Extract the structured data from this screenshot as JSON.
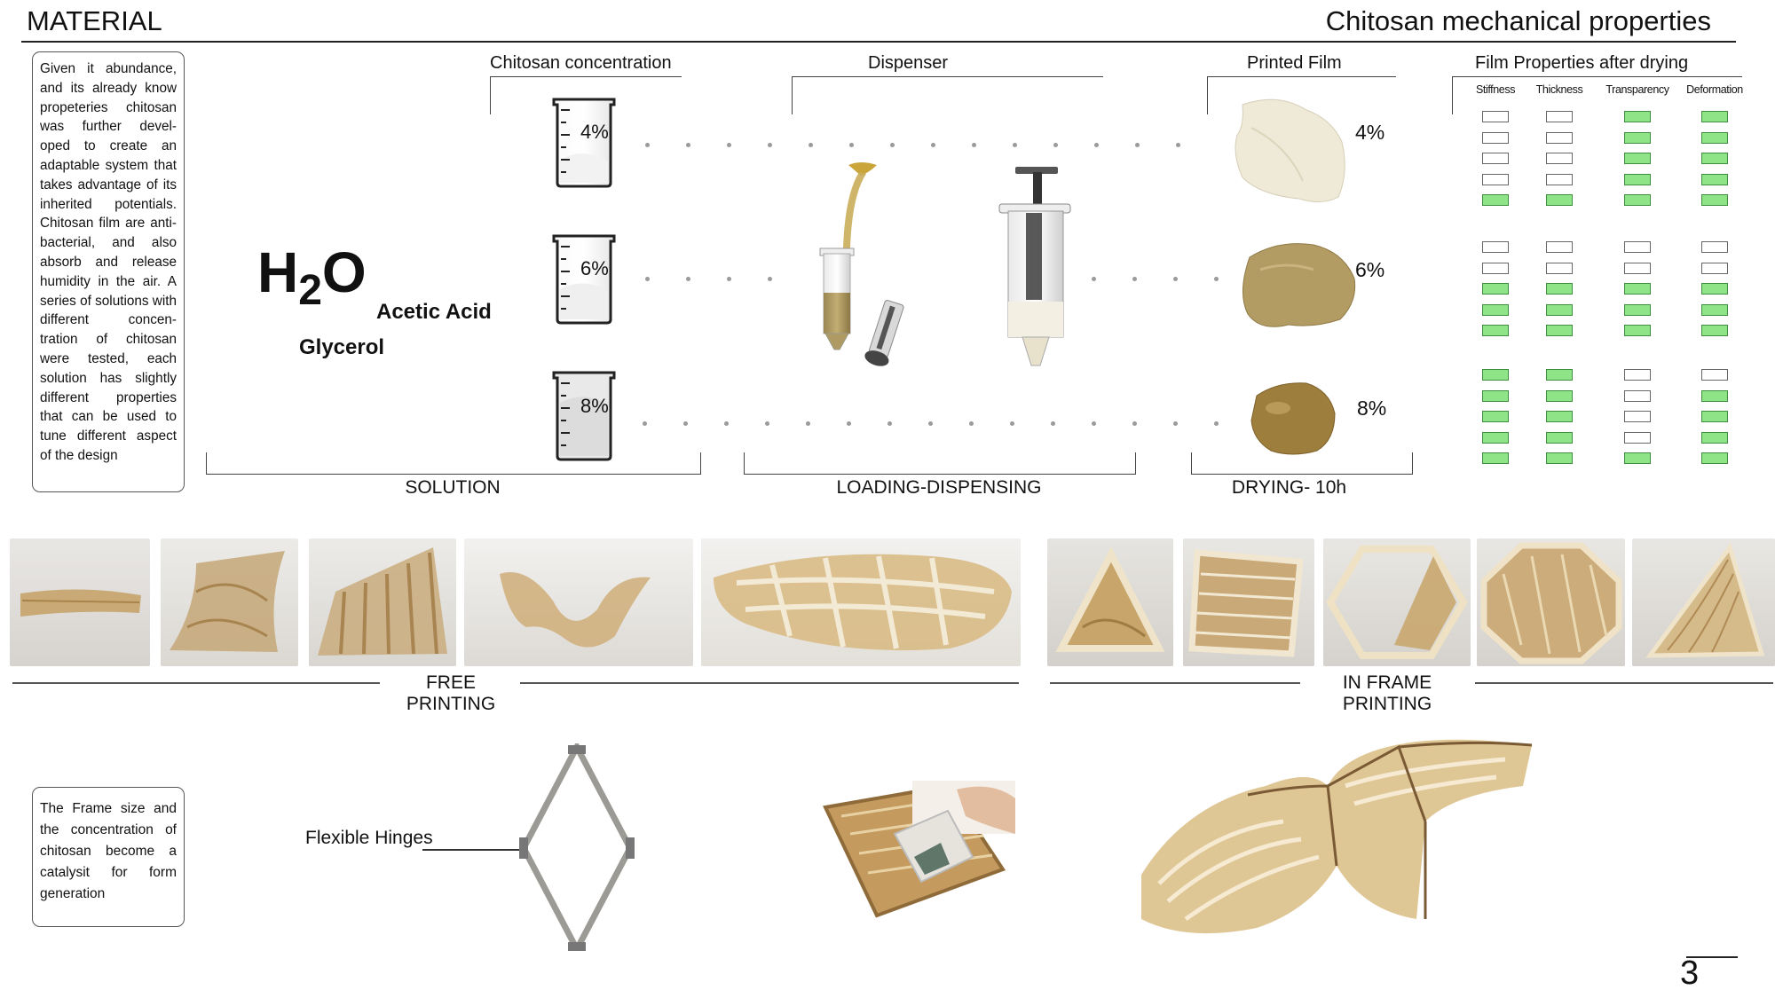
{
  "header": {
    "title_left": "MATERIAL",
    "title_right": "Chitosan mechanical properties"
  },
  "intro_text": "Given it abundance, and its already know propeteries chitosan was further devel- oped to create an adaptable system that takes advantage of its inherited potentials. Chitosan film are anti- bacterial, and also absorb and release humidity in the air. A series of solutions with different concen- tration of chitosan were tested, each solution has slightly different properties that can be used to tune different aspect of the design",
  "ingredients": {
    "h": "H",
    "sub": "2",
    "o": "O",
    "acid": "Acetic Acid",
    "glycerol": "Glycerol"
  },
  "columns": {
    "concentration": "Chitosan concentration",
    "dispenser": "Dispenser",
    "film": "Printed Film",
    "properties": "Film Properties after drying"
  },
  "concentrations": [
    "4%",
    "6%",
    "8%"
  ],
  "stages": {
    "solution": "SOLUTION",
    "loading": "LOADING-DISPENSING",
    "drying": "DRYING- 10h"
  },
  "properties": {
    "headers": [
      "Stiffness",
      "Thickness",
      "Transparency",
      "Deformation"
    ],
    "groups": [
      [
        [
          0,
          0,
          1,
          1
        ],
        [
          0,
          0,
          1,
          1
        ],
        [
          0,
          0,
          1,
          1
        ],
        [
          0,
          0,
          1,
          1
        ],
        [
          1,
          1,
          1,
          1
        ]
      ],
      [
        [
          0,
          0,
          0,
          0
        ],
        [
          0,
          0,
          0,
          0
        ],
        [
          1,
          1,
          1,
          1
        ],
        [
          1,
          1,
          1,
          1
        ],
        [
          1,
          1,
          1,
          1
        ]
      ],
      [
        [
          1,
          1,
          0,
          0
        ],
        [
          1,
          1,
          0,
          1
        ],
        [
          1,
          1,
          0,
          1
        ],
        [
          1,
          1,
          0,
          1
        ],
        [
          1,
          1,
          1,
          1
        ]
      ]
    ]
  },
  "gallery": {
    "free": "FREE PRINTING",
    "frame": "IN FRAME PRINTING"
  },
  "frame_text": "The Frame size and the concentration of chitosan become a catalysit for form generation",
  "hinge_label": "Flexible Hinges",
  "page_number": "3",
  "colors": {
    "on": "#8ee487",
    "film4": "#ece5d3",
    "film6": "#b19a62",
    "film8": "#9d7d3c"
  }
}
